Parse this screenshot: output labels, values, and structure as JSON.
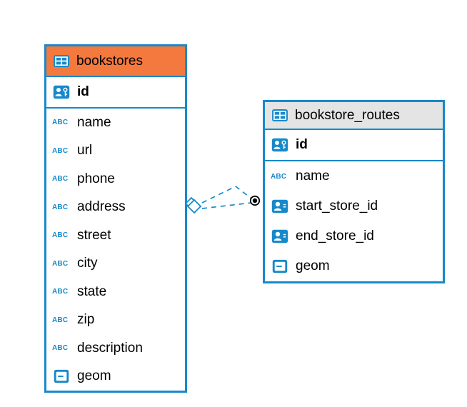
{
  "colors": {
    "table_border": "#1789ca",
    "bookstores_header": "#f4793e",
    "routes_header": "#e4e4e4",
    "connector": "#1789ca",
    "icon_blue": "#1789ca"
  },
  "icons": {
    "abc_glyph": "ABC"
  },
  "tables": {
    "bookstores": {
      "title": "bookstores",
      "header_color": "#f4793e",
      "primary_key": {
        "label": "id",
        "icon": "person-key-icon"
      },
      "columns": [
        {
          "label": "name",
          "icon": "abc-icon"
        },
        {
          "label": "url",
          "icon": "abc-icon"
        },
        {
          "label": "phone",
          "icon": "abc-icon"
        },
        {
          "label": "address",
          "icon": "abc-icon"
        },
        {
          "label": "street",
          "icon": "abc-icon"
        },
        {
          "label": "city",
          "icon": "abc-icon"
        },
        {
          "label": "state",
          "icon": "abc-icon"
        },
        {
          "label": "zip",
          "icon": "abc-icon"
        },
        {
          "label": "description",
          "icon": "abc-icon"
        },
        {
          "label": "geom",
          "icon": "geometry-icon"
        }
      ]
    },
    "bookstore_routes": {
      "title": "bookstore_routes",
      "header_color": "#e4e4e4",
      "primary_key": {
        "label": "id",
        "icon": "person-key-icon"
      },
      "columns": [
        {
          "label": "name",
          "icon": "abc-icon"
        },
        {
          "label": "start_store_id",
          "icon": "person-icon"
        },
        {
          "label": "end_store_id",
          "icon": "person-icon"
        },
        {
          "label": "geom",
          "icon": "geometry-icon"
        }
      ]
    }
  },
  "relationships": [
    {
      "from": "bookstore_routes",
      "to": "bookstores",
      "line_style": "dashed",
      "source_marker": "dot",
      "target_marker": "diamond"
    },
    {
      "from": "bookstore_routes",
      "to": "bookstores",
      "line_style": "dashed",
      "source_marker": "dot",
      "target_marker": "diamond"
    }
  ]
}
